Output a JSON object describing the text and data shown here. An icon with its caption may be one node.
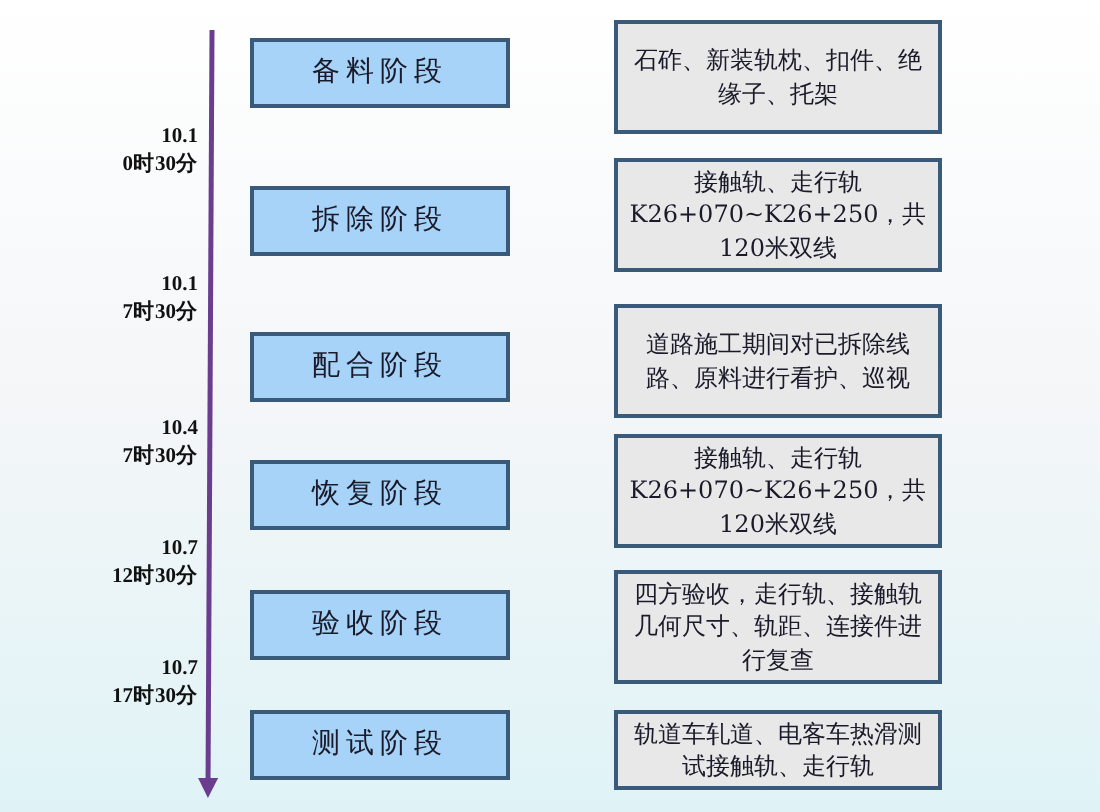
{
  "diagram": {
    "nodes": [
      {
        "text": [
          "备料阶段"
        ]
      },
      {
        "text": [
          "石砟、新装轨枕、扣件、绝缘子、托架"
        ]
      },
      {
        "text": [
          "拆除阶段"
        ]
      },
      {
        "text": [
          "接触轨、走行轨 K26+070~K26+250，共 120米双线"
        ]
      },
      {
        "text": [
          "配合阶段"
        ]
      },
      {
        "text": [
          "道路施工期间对已拆除线路、原料进行看护、巡视"
        ]
      },
      {
        "text": [
          "恢复阶段"
        ]
      },
      {
        "text": [
          "接触轨、走行轨 K26+070~K26+250，共 120米双线"
        ]
      },
      {
        "text": [
          "验收阶段"
        ]
      },
      {
        "text": [
          "四方验收，走行轨、接触轨几何尺寸、轨距、连接件进行复查"
        ]
      },
      {
        "text": [
          "测试阶段"
        ]
      },
      {
        "text": [
          "轨道车轧道、电客车热滑测试接触轨、走行轨"
        ]
      }
    ],
    "labels": [
      "10.1 0时30分",
      "10.1 7时30分",
      "10.4 7时30分",
      "10.7 12时30分",
      "10.7 17时30分"
    ]
  }
}
